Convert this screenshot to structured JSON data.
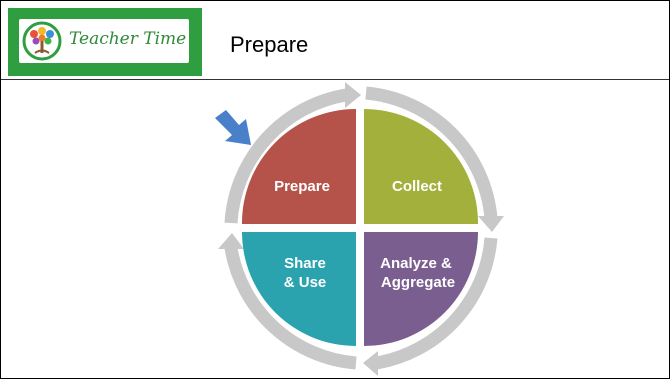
{
  "header": {
    "logo_text": "Teacher Time",
    "title": "Prepare"
  },
  "cycle": {
    "stages": [
      {
        "lines": [
          "Prepare"
        ],
        "color": "#b5534a"
      },
      {
        "lines": [
          "Collect"
        ],
        "color": "#a3b13c"
      },
      {
        "lines": [
          "Analyze &",
          "Aggregate"
        ],
        "color": "#7b5e90"
      },
      {
        "lines": [
          "Share",
          "& Use"
        ],
        "color": "#2aa3ae"
      }
    ],
    "ring_color": "#c8c8c8",
    "pointer_color": "#4a7fc9",
    "pointer_target": "Prepare"
  }
}
